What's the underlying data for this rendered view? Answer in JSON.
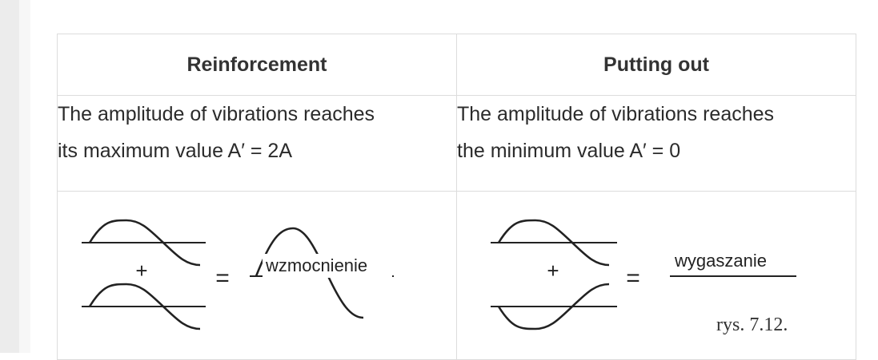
{
  "table": {
    "headers": [
      "Reinforcement",
      "Putting out"
    ],
    "descriptions": [
      {
        "line1": "The amplitude of vibrations reaches",
        "line2": "its maximum value A′ = 2A"
      },
      {
        "line1": "The amplitude of vibrations reaches",
        "line2": "the minimum value A′ = 0"
      }
    ]
  },
  "figures": {
    "left": {
      "plus": "+",
      "equals": "=",
      "result_label": "wzmocnienie"
    },
    "right": {
      "plus": "+",
      "equals": "=",
      "result_label": "wygaszanie",
      "caption": "rys. 7.12."
    }
  }
}
